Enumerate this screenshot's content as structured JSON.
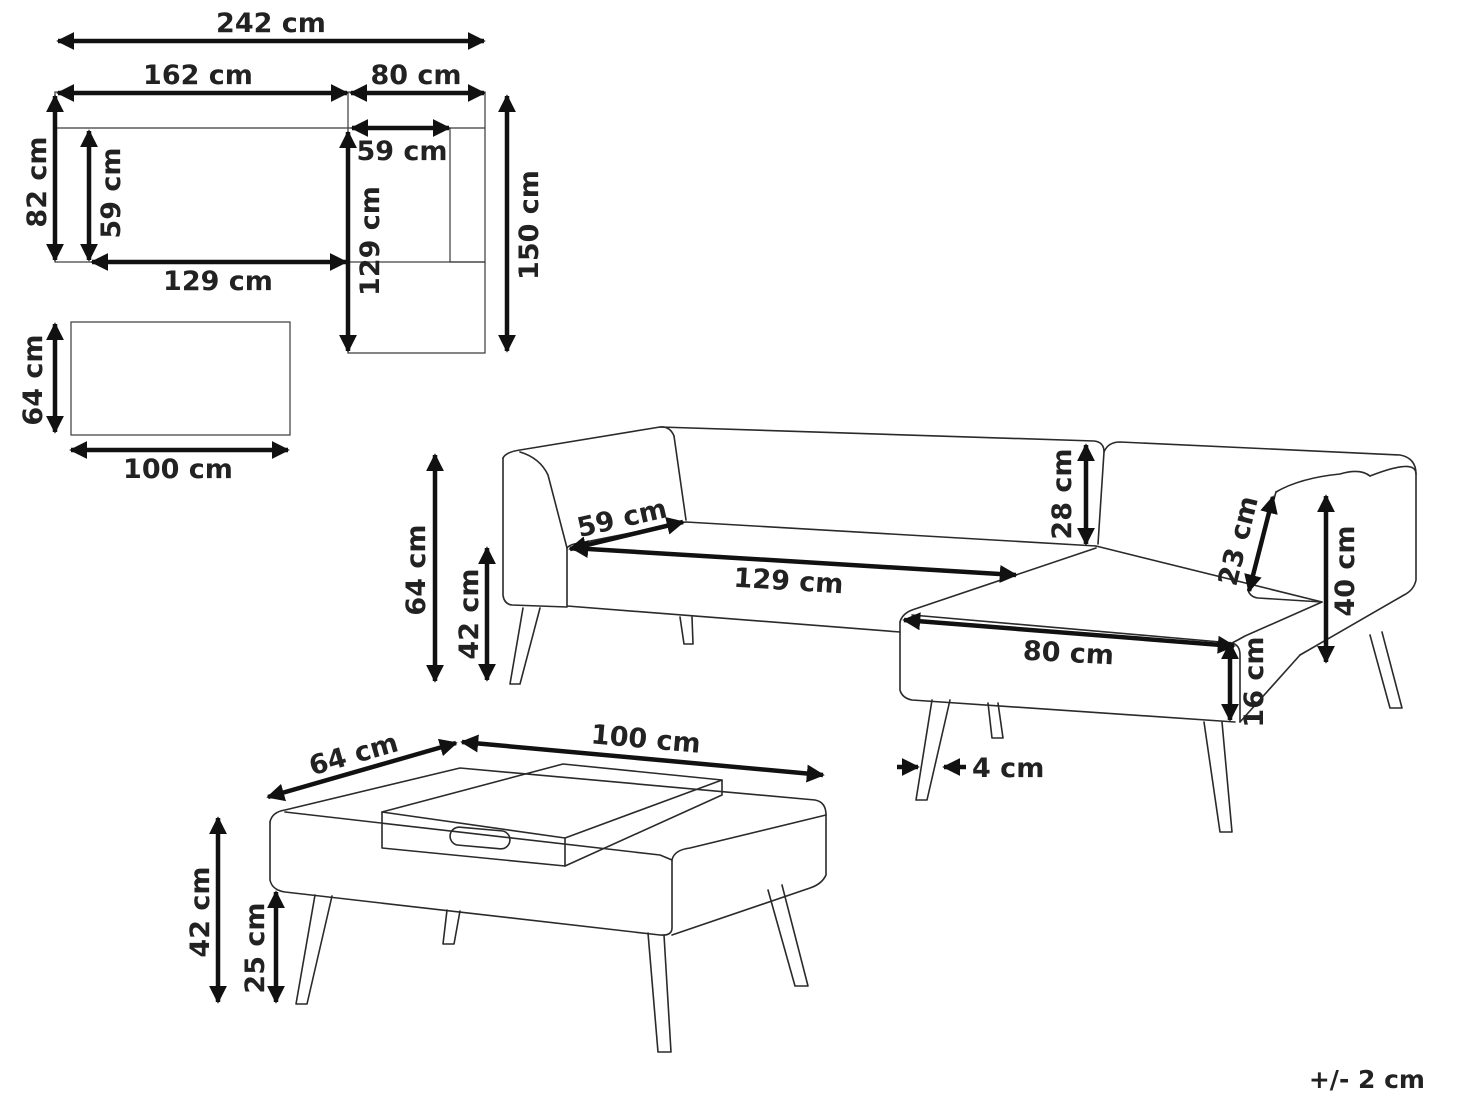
{
  "plan_view": {
    "total_width": "242 cm",
    "sofa_width": "162 cm",
    "chaise_width": "80 cm",
    "chaise_seat_width": "59 cm",
    "sofa_depth": "82 cm",
    "sofa_seat_depth": "59 cm",
    "sofa_seat_width": "129 cm",
    "chaise_seat_depth": "129 cm",
    "chaise_depth": "150 cm",
    "table_depth": "64 cm",
    "table_width": "100 cm"
  },
  "sofa_view": {
    "total_height": "64 cm",
    "seat_height": "42 cm",
    "seat_depth": "59 cm",
    "seat_width": "129 cm",
    "back_height": "28 cm",
    "arm_height": "23 cm",
    "side_height": "40 cm",
    "chaise_width": "80 cm",
    "leg_height": "16 cm",
    "leg_width": "4 cm"
  },
  "table_view": {
    "depth": "64 cm",
    "width": "100 cm",
    "height": "42 cm",
    "leg_height": "25 cm"
  },
  "tolerance": "+/- 2 cm"
}
